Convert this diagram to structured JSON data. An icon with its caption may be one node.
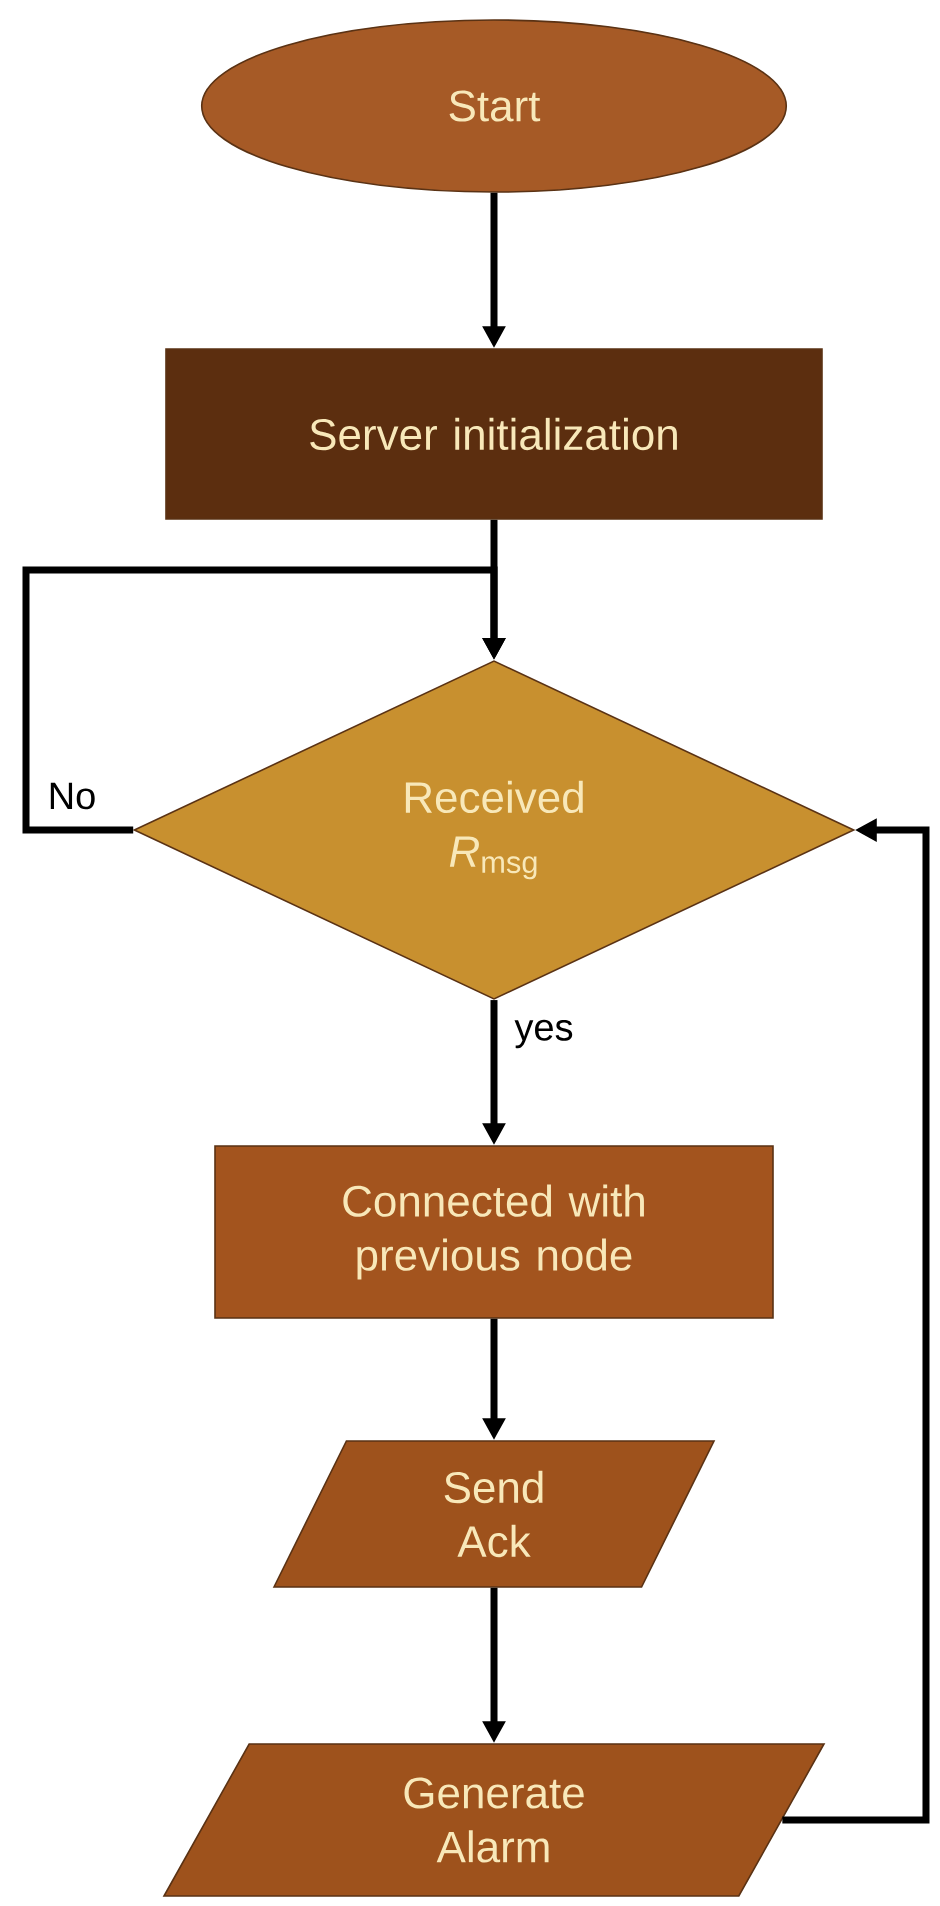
{
  "diagram": {
    "nodes": [
      {
        "text": [
          "Start"
        ]
      },
      {
        "text": [
          "Server initialization"
        ]
      },
      {
        "text": [
          "Received *R*$_{msg}$"
        ]
      },
      {
        "text": [
          "Connected with previous node"
        ]
      },
      {
        "text": [
          "Send Ack"
        ]
      },
      {
        "text": [
          "Generate Alarm"
        ]
      }
    ],
    "edges": [
      {
        "from": 0,
        "to": 1,
        "arrow": "to"
      },
      {
        "from": 1,
        "to": 2,
        "arrow": "to"
      },
      {
        "from": 2,
        "to": 2,
        "arrow": "to",
        "label": "No"
      },
      {
        "from": 2,
        "to": 3,
        "arrow": "to",
        "label": "yes"
      },
      {
        "from": 3,
        "to": 4,
        "arrow": "to"
      },
      {
        "from": 4,
        "to": 5,
        "arrow": "to"
      },
      {
        "from": 5,
        "to": 2,
        "arrow": "to"
      }
    ]
  }
}
